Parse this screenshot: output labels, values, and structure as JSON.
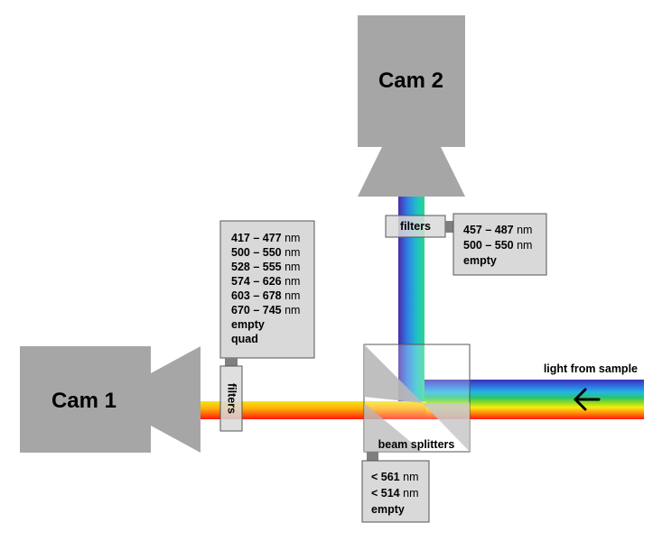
{
  "cameras": {
    "cam1_label": "Cam 1",
    "cam2_label": "Cam 2"
  },
  "filters_cam1": {
    "label": "filters",
    "items": [
      {
        "range": "417 – 477",
        "unit": " nm"
      },
      {
        "range": "500 – 550",
        "unit": " nm"
      },
      {
        "range": "528 – 555",
        "unit": " nm"
      },
      {
        "range": "574 – 626",
        "unit": " nm"
      },
      {
        "range": "603 – 678",
        "unit": " nm"
      },
      {
        "range": "670 – 745",
        "unit": " nm"
      },
      {
        "range": "empty",
        "unit": ""
      },
      {
        "range": "quad",
        "unit": ""
      }
    ]
  },
  "filters_cam2": {
    "label": "filters",
    "items": [
      {
        "range": "457 – 487",
        "unit": " nm"
      },
      {
        "range": "500 – 550",
        "unit": " nm"
      },
      {
        "range": "empty",
        "unit": ""
      }
    ]
  },
  "beam_splitters": {
    "label": "beam splitters",
    "items": [
      {
        "range": "< 561",
        "unit": " nm"
      },
      {
        "range": "< 514",
        "unit": " nm"
      },
      {
        "range": "empty",
        "unit": ""
      }
    ]
  },
  "light": {
    "label": "light from sample",
    "arrow_icon": "arrow-left-icon"
  },
  "colors": {
    "camera_gray": "#a6a6a6",
    "box_gray": "#d9d9d9",
    "connector_gray": "#7f7f7f"
  }
}
